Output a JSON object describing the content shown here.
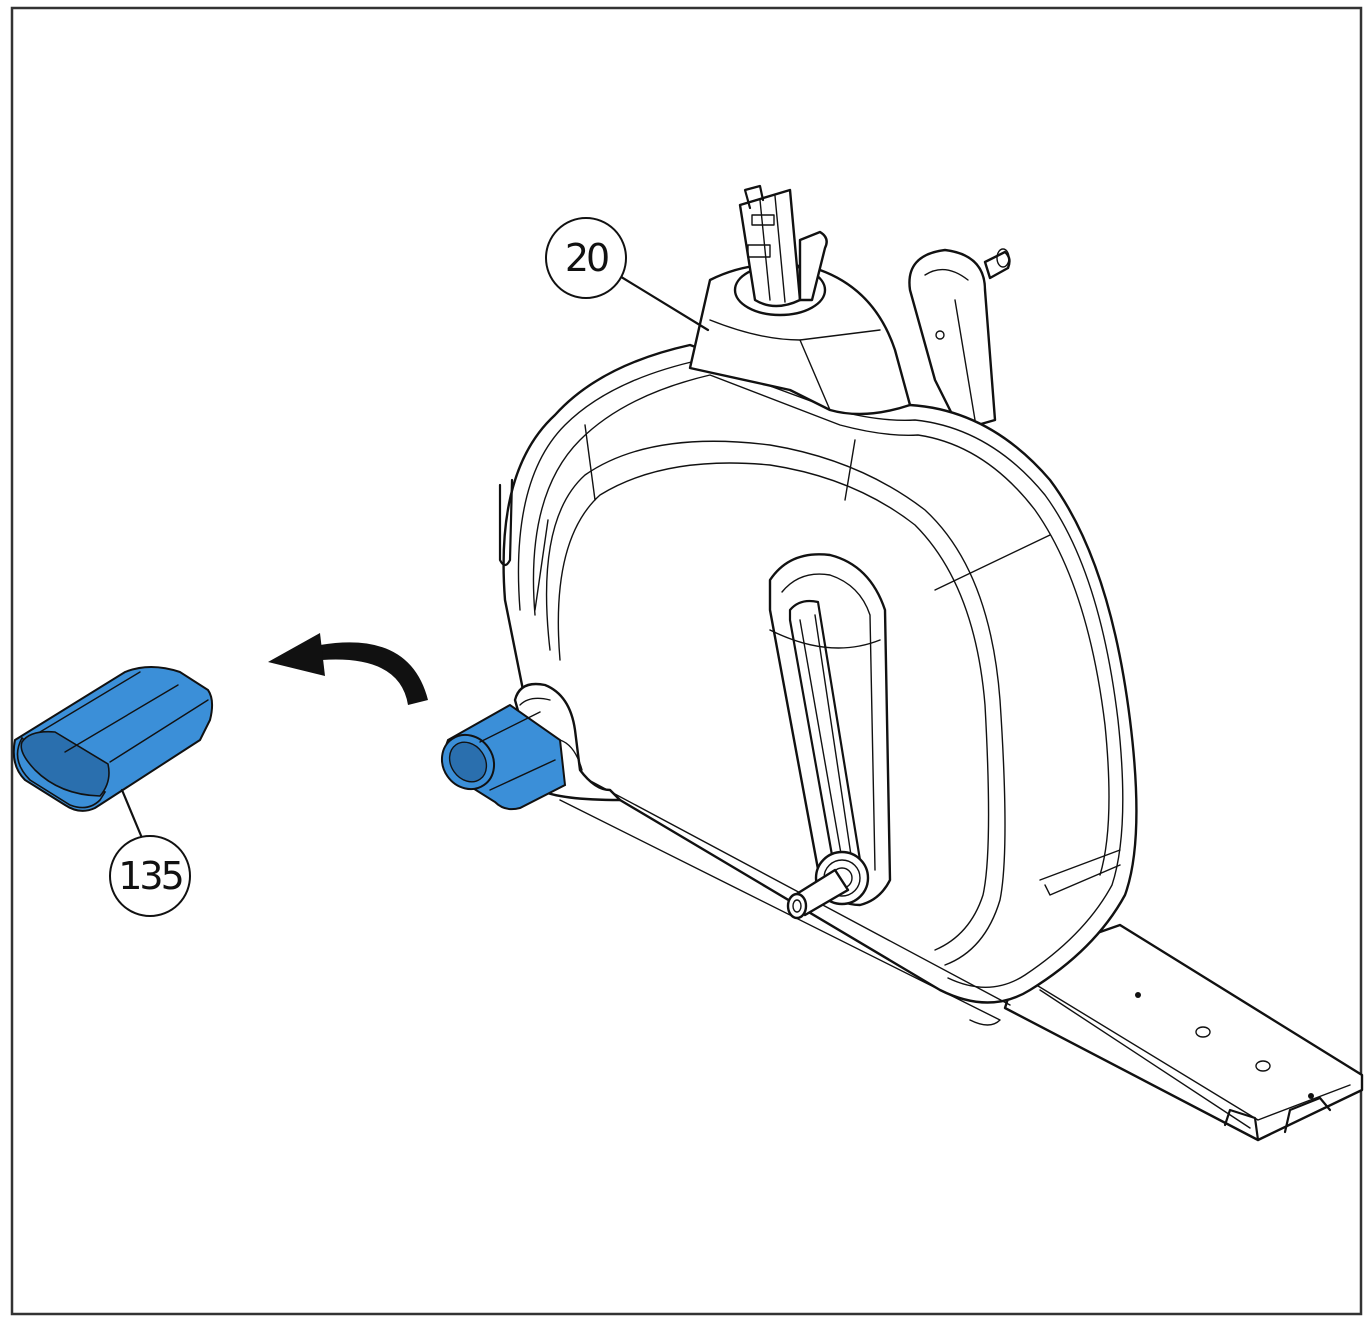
{
  "callouts": [
    {
      "id": "20",
      "label": "20"
    },
    {
      "id": "135",
      "label": "135"
    }
  ],
  "colors": {
    "highlight": "#3b8fd8",
    "highlight_dark": "#2a6fae",
    "line": "#111111",
    "frame": "#333333",
    "background": "#ffffff"
  },
  "icons": {
    "arrow": "curved-arrow-icon"
  }
}
